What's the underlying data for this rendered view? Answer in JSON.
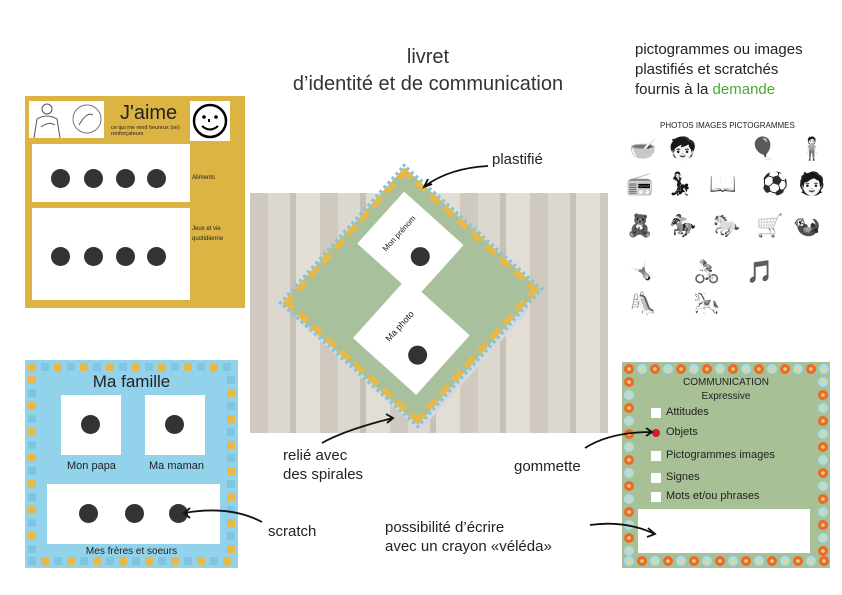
{
  "title": {
    "line1": "livret",
    "line2": "d’identité et de communication"
  },
  "top_right": {
    "line1": "pictogrammes ou images",
    "line2": "plastifiés et scratchés",
    "line3_prefix": "fournis à la ",
    "line3_highlight": "demande"
  },
  "jaime_card": {
    "title": "J'aime",
    "subtitle": "ce qui me rend heureux (se) renforçateurs",
    "row1_label": "Aliments",
    "row2_label": "Jeux et vie quotidienne"
  },
  "famille_card": {
    "title": "Ma famille",
    "dad": "Mon papa",
    "mom": "Ma maman",
    "siblings": "Mes frères et soeurs"
  },
  "notebook": {
    "name_label": "Mon prénom",
    "photo_label": "Ma photo"
  },
  "pictos": {
    "heading": "PHOTOS IMAGES PICTOGRAMMES",
    "icons": [
      "🥣",
      "🧒",
      "🎈",
      "🧍",
      "📻",
      "💃",
      "📖",
      "⚽",
      "🧑",
      "🧸",
      "🏇",
      "🐎",
      "🛒",
      "🦦",
      "🤸",
      "🚴",
      "🎵",
      "🛝",
      "🎠"
    ]
  },
  "communication": {
    "title": "COMMUNICATION",
    "subtitle": "Expressive",
    "options": [
      "Attitudes",
      "Objets",
      "Pictogrammes images",
      "Signes",
      "Mots et/ou phrases"
    ]
  },
  "labels": {
    "plastifie": "plastifié",
    "spirales1": "relié avec",
    "spirales2": "des spirales",
    "gommette": "gommette",
    "scratch": "scratch",
    "ecrire1": "possibilité d’écrire",
    "ecrire2": "avec un crayon «véléda»"
  }
}
